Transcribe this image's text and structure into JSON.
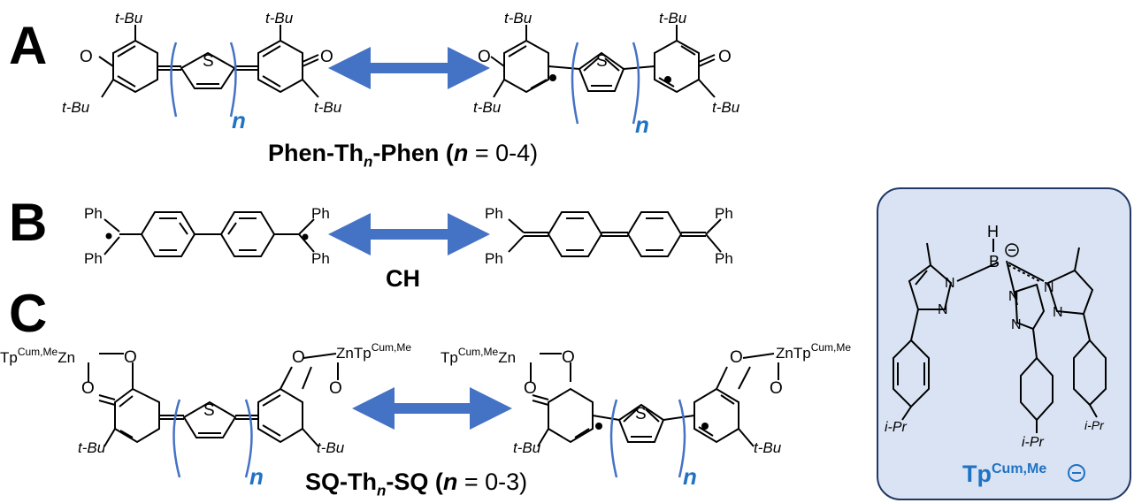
{
  "panels": {
    "a": {
      "letter": "A",
      "caption": {
        "pre": "Phen-Th",
        "sub": "n",
        "post": "-Phen (",
        "n": "n",
        "range": " = 0-4)"
      },
      "sub_tbu": "t-Bu",
      "label_o": "O",
      "label_s": "S",
      "index_n": "n"
    },
    "b": {
      "letter": "B",
      "caption": "CH",
      "label_ph": "Ph"
    },
    "c": {
      "letter": "C",
      "caption": {
        "pre": "SQ-Th",
        "sub": "n",
        "post": "-SQ (",
        "n": "n",
        "range": " = 0-3)"
      },
      "ligand": "Tp",
      "ligand_sup": "Cum,Me",
      "zn": "Zn",
      "label_o": "O",
      "label_s": "S",
      "sub_tbu": "t-Bu",
      "index_n": "n"
    }
  },
  "inset": {
    "label": "Tp",
    "label_sup": "Cum,Me",
    "atom_h": "H",
    "atom_b": "B",
    "atom_n": "N",
    "sub_ipr": "i-Pr"
  },
  "colors": {
    "arrow": "#4472c4",
    "bracket": "#4472c4",
    "n_index": "#1f72c4",
    "inset_fill": "#dae3f3",
    "inset_border": "#1f3864",
    "inset_label": "#1f72c4"
  }
}
